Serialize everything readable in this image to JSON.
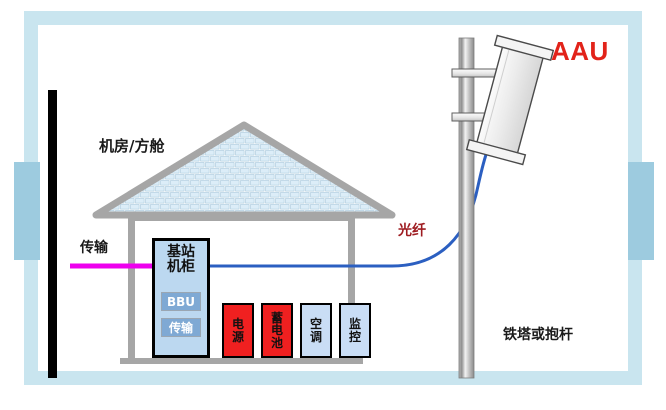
{
  "diagram": {
    "title_labels": {
      "room": "机房/方舱",
      "transmission": "传输",
      "fiber": "光纤",
      "tower": "铁塔或抱杆",
      "aau": "AAU"
    },
    "cabinet": {
      "title": "基站\n机柜",
      "title_line1": "基站",
      "title_line2": "机柜",
      "modules": [
        {
          "label": "BBU",
          "name": "bbu"
        },
        {
          "label": "传输",
          "name": "transmission"
        }
      ]
    },
    "equipment": [
      {
        "label": "电源",
        "chars": [
          "电",
          "源"
        ],
        "color": "red",
        "name": "power-supply"
      },
      {
        "label": "蓄电池",
        "chars": [
          "蓄",
          "电",
          "池"
        ],
        "color": "red",
        "name": "battery"
      },
      {
        "label": "空调",
        "chars": [
          "空",
          "调"
        ],
        "color": "blue",
        "name": "air-conditioner"
      },
      {
        "label": "监控",
        "chars": [
          "监",
          "控"
        ],
        "color": "blue",
        "name": "monitoring"
      }
    ],
    "colors": {
      "frame": "#c9e5ef",
      "frame_accent": "#9dcbdf",
      "fiber_line": "#2b5fc1",
      "transmission_line": "#ee00ee",
      "aau_text": "#e2231a",
      "fiber_text": "#9e1b20",
      "equipment_red": "#f02020",
      "equipment_blue": "#c9ddf5",
      "cabinet_fill": "#bcd8f0",
      "module_fill": "#7fa9d4",
      "wall": "#a6a6a6",
      "roof_tile": "#d8ecf7",
      "pole": "#b0b0b0",
      "antenna": "#e8e8e8"
    }
  }
}
